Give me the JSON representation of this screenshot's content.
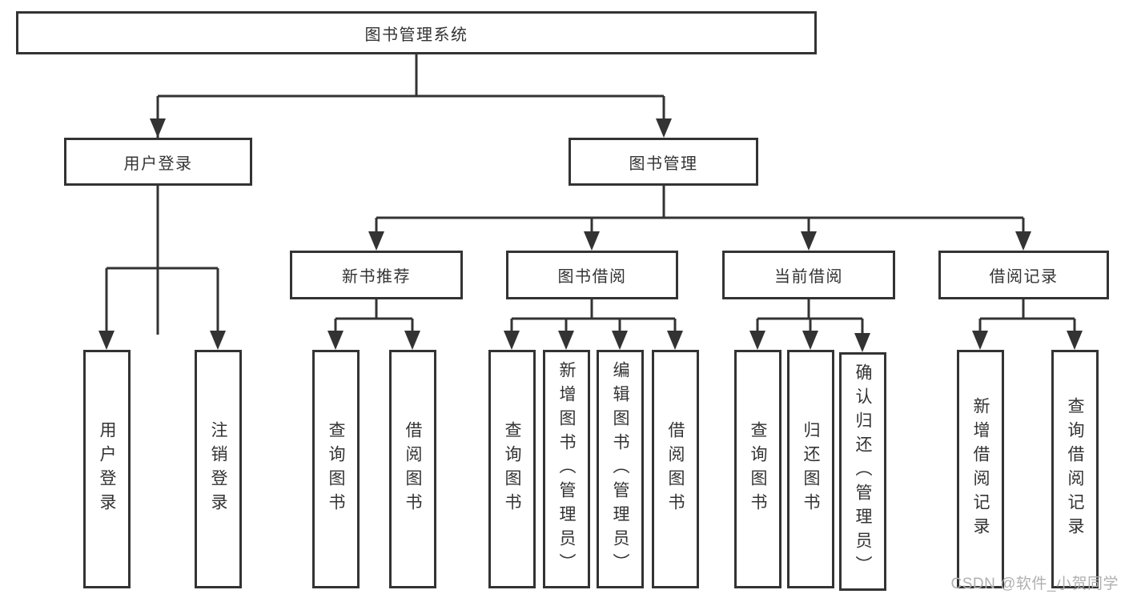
{
  "colors": {
    "line": "#333333",
    "box_border": "#333333",
    "box_background": "#ffffff",
    "text": "#333333",
    "watermark": "#b0b0b0"
  },
  "watermark": "CSDN @软件_小贺同学",
  "tree": {
    "root": {
      "label": "图书管理系统"
    },
    "children": [
      {
        "label": "用户登录",
        "children": [
          {
            "label": "用户登录"
          },
          {
            "label": "注销登录"
          }
        ]
      },
      {
        "label": "图书管理",
        "children": [
          {
            "label": "新书推荐",
            "children": [
              {
                "label": "查询图书"
              },
              {
                "label": "借阅图书"
              }
            ]
          },
          {
            "label": "图书借阅",
            "children": [
              {
                "label": "查询图书"
              },
              {
                "label": "新增图书（管理员）"
              },
              {
                "label": "编辑图书（管理员）"
              },
              {
                "label": "借阅图书"
              }
            ]
          },
          {
            "label": "当前借阅",
            "children": [
              {
                "label": "查询图书"
              },
              {
                "label": "归还图书"
              },
              {
                "label": "确认归还（管理员）"
              }
            ]
          },
          {
            "label": "借阅记录",
            "children": [
              {
                "label": "新增借阅记录"
              },
              {
                "label": "查询借阅记录"
              }
            ]
          }
        ]
      }
    ]
  }
}
